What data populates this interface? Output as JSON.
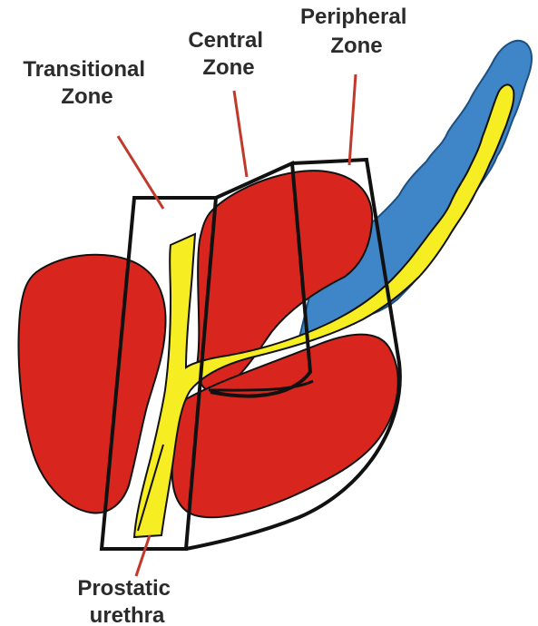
{
  "labels": {
    "transitional_zone": {
      "line1": "Transitional",
      "line2": "Zone"
    },
    "central_zone": {
      "line1": "Central",
      "line2": "Zone"
    },
    "peripheral_zone": {
      "line1": "Peripheral",
      "line2": "Zone"
    },
    "prostatic_urethra": {
      "line1": "Prostatic",
      "line2": "urethra"
    }
  },
  "colors": {
    "lobe_red": "#d8261f",
    "urethra_yellow": "#f6ee22",
    "duct_blue": "#3f86c8",
    "outline": "#111111",
    "leader_line": "#c0392b",
    "label_text": "#2b2b2b"
  }
}
